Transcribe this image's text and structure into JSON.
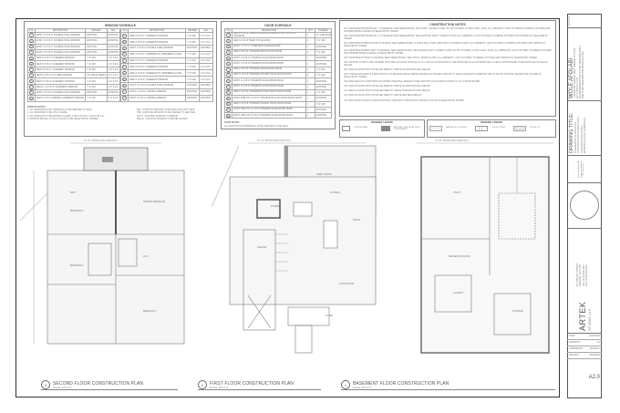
{
  "window_schedule": {
    "title": "WINDOW SCHEDULE",
    "headers": [
      "TAG",
      "DESCRIPTION",
      "HEADER",
      "SILL"
    ],
    "left": [
      [
        "1",
        "EXIST. 3'-0\"x5'-0\" DOUBLE HUNG WINDOW",
        "EXISTING",
        "EXISTING"
      ],
      [
        "2",
        "EXIST. 3'-0\"x5'-0\" DOUBLE HUNG WINDOW",
        "EXISTING",
        "EXISTING"
      ],
      [
        "3",
        "EXIST. 3'-0\"x5'-0\" DOUBLE HUNG WINDOW",
        "EXISTING",
        "EXISTING"
      ],
      [
        "4",
        "EXIST. 3'-0\"x5'-0\" DOUBLE HUNG WINDOW",
        "EXISTING",
        "EXISTING"
      ],
      [
        "5",
        "NEW 3'-0\"x5'-0\" CASEMENT WINDOW",
        "7'-0\" AFF",
        "2'-6\" A.F.F."
      ],
      [
        "6",
        "NEW 3'-0\"x5'-0\" CASEMENT WINDOW",
        "7'-0\" AFF",
        "2'-6\" A.F.F."
      ],
      [
        "7",
        "NEW 3'-0\"x5'-0\" CASEMENT WINDOW",
        "7'-0\" AFF",
        "2'-6\" A.F.F."
      ],
      [
        "8",
        "NEW 6'-0\"x5'-0\" PICTURE WINDOW",
        "TO LINE W/ BEAM",
        "2'-6\" A.F.F."
      ],
      [
        "9",
        "NEW 3'-0\"x5'-0\" CASEMENT WINDOW",
        "7'-0\" AFF",
        "2'-6\" A.F.F."
      ],
      [
        "10",
        "RELOC. 3'-0\"x5'-0\" CASEMENT WINDOW",
        "7'-0\" AFF",
        "2'-6\" A.F.F."
      ],
      [
        "11",
        "EXIST. 3'-0\"x5'-0\" DOUBLE HUNG WINDOW",
        "EXISTING",
        "EXISTING"
      ],
      [
        "12",
        "NEW 3'-0\"x3'-0\" AWNING CASEMENT WINDOW",
        "7'-0\" AFF",
        "4'-0\" A.F.F."
      ]
    ],
    "right": [
      [
        "13",
        "NEW 3'-0\"x5'-0\" CASEMENT WINDOW",
        "7'-0\" AFF",
        "2'-6\" A.F.F."
      ],
      [
        "14",
        "NEW 3'-0\"x5'-0\" CASEMENT WINDOW",
        "7'-0\" AFF",
        "2'-6\" A.F.F."
      ],
      [
        "15",
        "EXIST. 3'-0\"x5'-0\" DOUBLE HUNG WINDOW",
        "EXISTING",
        "EXISTING"
      ],
      [
        "16",
        "NEW 3'-0\"x5'-0\" CASEMENT W/ TEMPERED GLASS",
        "7'-0\" AFF",
        "2'-6\" A.F.F."
      ],
      [
        "17",
        "NEW 3'-0\"x5'-0\" CASEMENT WINDOW",
        "7'-0\" AFF",
        "2'-6\" A.F.F."
      ],
      [
        "18",
        "NEW 3'-0\"x5'-0\" CASEMENT WINDOW",
        "7'-0\" AFF",
        "2'-6\" A.F.F."
      ],
      [
        "19",
        "NEW 3'-0\"x5'-0\" CASEMENT W/ TEMPERED GLASS",
        "7'-0\" AFF",
        "2'-6\" A.F.F."
      ],
      [
        "20",
        "NEW 3'-0\"x5'-0\" CASEMENT WINDOW",
        "7'-0\" AFF",
        "2'-6\" A.F.F."
      ],
      [
        "21",
        "EXIST. 3'-0\"x5'-0\" DOUBLE HUNG WINDOW",
        "EXISTING",
        "EXISTING"
      ],
      [
        "22",
        "EXIST. 2'-0\"x3'-0\" AWNING WINDOW",
        "EXISTING",
        "EXISTING"
      ],
      [
        "23",
        "EXIST. 2'-0\"x3'-0\" AWNING WINDOW",
        "EXISTING",
        "EXISTING"
      ]
    ],
    "notes_title": "WINDOW NOTES:",
    "notes_left": [
      "1. ALL WINDOW ROUGH OPENINGS TO BE VERIFIED IN FIELD",
      "2. ALL WINDOWS TO BE VINYL FRAME",
      "3. ALL WINDOWS TO BE DOUBLE GLAZED, LOW-E GLASS, U-FACTOR 0.27",
      "4. WINDOW BRAND, STYLE & COLOR TO BE SELECTED BY OWNER"
    ],
    "notes_right": [
      "RPL - EXISTING WINDOW TO BE REPLACED WITH NEW",
      "OPN - EXISTING WINDOW TO BE OPENED TO NEW SIZE",
      "EXIST - EXISTING WINDOW TO REMAIN",
      "RELOC - EXISTING WINDOW TO BE RELOCATED"
    ]
  },
  "door_schedule": {
    "title": "DOOR SCHEDULE",
    "headers": [
      "TAG",
      "DESCRIPTION",
      "QTY",
      "HEADER"
    ],
    "rows": [
      [
        "1",
        "NEW 6'-0\"x6'-8\" FRENCH GLASS EXTERIOR DOOR W/ ALL-IN TRANSOM",
        "1",
        "TO LINE W/ BEAM"
      ],
      [
        "2",
        "NEW 3'-0\"x6'-8\" BARN STYLE DOOR",
        "1",
        "7'-0\" AFF"
      ],
      [
        "3",
        "EXIST. 7'-0\"x7'-0\" OVERHEAD GARAGE DOOR",
        "1",
        "EXISTING"
      ],
      [
        "4",
        "NEW 2'-8\"x6'-8\" INTERIOR SOLID WOOD DOOR",
        "3",
        "7'-0\" AFF"
      ],
      [
        "5",
        "EXIST. 2'-8\"x6'-8\" INTERIOR SOLID WOOD DOOR",
        "1",
        "EXISTING"
      ],
      [
        "6",
        "EXIST. 2'-6\"x6'-8\" INTERIOR SOLID WOOD DOOR",
        "1",
        "EXISTING"
      ],
      [
        "7",
        "NEW 2'-6\"x6'-8\" INTERIOR SOLID WOOD DOOR",
        "1",
        "7'-0\" AFF"
      ],
      [
        "8",
        "NEW 2'-4\"x6'-8\" INTERIOR POCKET SOLID WOOD DOOR",
        "1",
        "7'-0\" AFF"
      ],
      [
        "9",
        "EXIST. 2'-4\"x6'-8\" INTERIOR SOLID WOOD DOOR",
        "1",
        "EXISTING"
      ],
      [
        "10",
        "EXIST. 2'-0\"x6'-8\" INTERIOR SOLID WOOD DOOR",
        "1",
        "EXISTING"
      ],
      [
        "11",
        "NEW 2'-6\"x6'-8\" INTERIOR BI-FOLD SOLID WOOD DOOR",
        "1",
        "7'-0\" AFF"
      ],
      [
        "12",
        "EXIST. PAIR OF 2'-6\"x6'-8\" INTERIOR BI-FOLD SOLID WOOD DOOR",
        "1",
        "EXISTING"
      ],
      [
        "13",
        "NEW 3'-0\"x6'-8\" INTERIOR SLIDING SOLID WOOD DOOR",
        "1",
        "7'-0\" AFF"
      ],
      [
        "14",
        "EXIST. PAIR OF 2'-0\"x6'-8\" INTERIOR SOLID WOOD DOOR",
        "1",
        "EXISTING"
      ],
      [
        "15",
        "EXIST. PAIR OF 2'-0\"x6'-8\" INTERIOR SOLID WOOD DOOR",
        "1",
        "EXISTING"
      ]
    ],
    "notes_title": "DOOR NOTES:",
    "notes": [
      "ALL DOOR ROUGH OPENINGS TO BE VERIFIED IN THE FIELD."
    ]
  },
  "construction_notes": {
    "title": "CONSTRUCTION NOTES",
    "items": [
      "C01: PROPOSED BATHROOM NO. 1 TO RECEIVE: NEW GREEN BOARD, NEW VANITY, WATER CLOSET, 36\"x36\" SHOWER, FLOOR & WALL TILES, ALL CABINETRY, LIGHT FIXTURES, PLUMBING FIXTURES AND FINISHES BRAND & MODEL AS SELECTED BY OWNER.",
      "C02: PROPOSED BATHROOM NO. 2 TO RECEIVE: NEW GREEN BOARD, NEW BATHTUB, VANITY, WATER CLOSET, ALL CABINETRY, LIGHT FIXTURES, PLUMBING FIXTURES AND FINISHES AS SELECTED BY OWNER.",
      "C03: PROPOSED POWDER ROOM TO RECEIVE: NEW GREEN BOARD, FLOOR & WALL TILES, NEW VANITY & WATER CLOSET, ALL CABINETRY, LIGHT FIXTURES, PLUMBING FIXTURES AND FINISHES AS SELECTED BY OWNER.",
      "C04: PROPOSED PRIMARY BATH TO RECEIVE: NEW GREEN BOARD, NEW DOUBLE VANITY, WATER CLOSET, 60\"x36\" SHOWER, FLOOR & WALL TILES, ALL CABINETRY, LIGHT FIXTURES, PLUMBING FIXTURES AND FINISHES BRAND & MODEL AS SELECTED BY OWNER.",
      "C05: PROPOSED KITCHEN TO RECEIVE: NEW GREEN BOARD, NEW VANITY, WATER CLOSET, ALL CABINETRY, LIGHT FIXTURES, PLUMBING FIXTURES AND FINISHES AS SELECTED BY OWNER.",
      "C06: EXISTING STUDS TO BE SISTERED WITH NEW 2x6 WOOD STUDS @ 16\" O.C. NEW R-19 INSULATION TO BE INSTALLED IN ALL EXTERIOR WALLS, NEW GYPSUM BOARD TO BE INSTALLED IN WALLS & CEILING.",
      "C07: NEW 6x6 WOOD POST INSTALLED DIRECTLY ABOVE FOUNDATION WALL BELOW.",
      "C08: CONCEALED SOFFITS & NEW PORTICO TO RECEIVE NEW EXTERIOR GRADE 5/4x12 BOARD, NEW 6x6 P.T. METAL BRACKETS & SIMPSON TIES TO MATCH EXISTING. DECORATIVE COLUMN AS SELECTED BY OWNER.",
      "C09: NEW WALK-IN CLOSET WITH ADJUSTABLE SHELVING, REFER TO SPEC SECTION IN PLAN AND CLOSETS OF 1/2\" GYPSUM BOARD.",
      "C10: NEW 6x6 WOOD POST INSTALLED DIRECTLY ABOVE FOUNDATION WALL BELOW.",
      "C11: NEW 4x4 WOOD POST INSTALLED DIRECTLY ABOVE FOUNDATION WALL BELOW.",
      "C12: NEW 6x6 WOOD POST INSTALLED DIRECTLY ABOVE NEW BEAM BELOW.",
      "C13: NEW FINISH FLOOR TO MATCH EXISTING. NEW PAINT THROUGHOUT. BRAND & COLOR AS SELECTED BY OWNER."
    ]
  },
  "wall_legend": {
    "title": "DRAWING LEGEND",
    "items": [
      "EXISTING WALL",
      "NEW WALL (SEE DETAIL 1/A5.0 FOR ASSEMBLY)"
    ]
  },
  "floor_legend": {
    "title": "DRAWING LEGEND",
    "items": [
      "HARDWOOD FLOORING",
      "TILE FLOORING",
      "STONE TOP"
    ]
  },
  "plans": [
    {
      "number": "3",
      "title": "SECOND FLOOR CONSTRUCTION PLAN",
      "scale": "SCALE: 1/8\"=1'-0\"",
      "dimension": "31'-10\" PROPOSED ADDITION",
      "rooms": [
        "BATH",
        "BEDROOM 2",
        "BEDROOM 3",
        "PRIMARY BEDROOM",
        "W.I.C.",
        "BEDROOM 1"
      ]
    },
    {
      "number": "2",
      "title": "FIRST FLOOR CONSTRUCTION PLAN",
      "scale": "SCALE: 1/8\"=1'-0\"",
      "dimension": "31'-10\" PROPOSED ADDITION",
      "rooms": [
        "KITCHEN",
        "DINING",
        "LIVING ROOM",
        "FAMILY ROOM",
        "GARAGE",
        "FOYER",
        "POWDER"
      ]
    },
    {
      "number": "1",
      "title": "BASEMENT FLOOR CONSTRUCTION PLAN",
      "scale": "SCALE: 1/8\"=1'-0\"",
      "dimension": "31'-10\" PROPOSED ADDITION",
      "rooms": [
        "UTILITY",
        "RECREATION ROOM",
        "STORAGE",
        "LAUNDRY"
      ]
    }
  ],
  "title_block": {
    "revisions_label": "REVISIONS",
    "client": "WOLE AFOLABI",
    "client_lines": [
      "1 ROOSEVELT AVENUE, WEST ORANGE, NJ 07052",
      "LOT 5, BLOCK 171.05",
      "INTERIOR RENOVATION, 2 STORY REAR ADDITION &",
      "ONE-STORY REAR ADDITION ABOVE EXISTING"
    ],
    "drawing_title_label": "DRAWING TITLE:",
    "drawing_title_lines": [
      "FOUNDATION FLOOR PLAN,",
      "CONSTRUCTION FLOOR PLANS,",
      "CONSTRUCTION NOTES,",
      "WINDOW & DOOR SCHEDULES"
    ],
    "signature_lines": [
      "Tajmeh A. Ridley RA",
      "Registered Architect",
      "NJ License No."
    ],
    "firm": "ARTEK",
    "firm_sub": "STUDIO, LLC",
    "firm_address": [
      "617 BROAD STREET",
      "NEWARK, NJ 07102",
      "TEL: (973) 624-4427",
      "FAX: (973) 624-1947"
    ],
    "date_label": "DATE:",
    "date": "06/28/2024",
    "drawn_label": "DRAWN BY:",
    "drawn": "AA",
    "checked_label": "CHECKED BY:",
    "checked": "ORIGINAL",
    "project_label": "PROJECT",
    "drawing_label": "DRAWING",
    "sheet": "A2.0"
  }
}
